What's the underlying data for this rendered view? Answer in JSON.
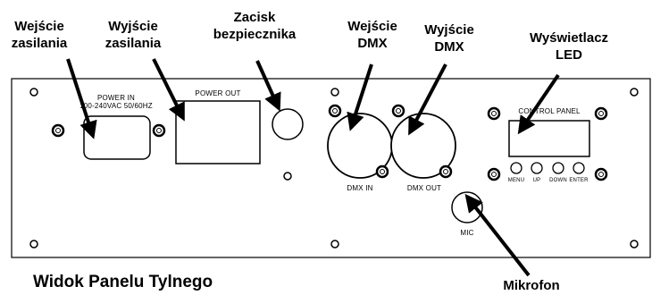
{
  "callouts": {
    "power_in": "Wejście\nzasilania",
    "power_out": "Wyjście\nzasilania",
    "fuse": "Zacisk\nbezpiecznika",
    "dmx_in": "Wejście\nDMX",
    "dmx_out": "Wyjście\nDMX",
    "led_display": "Wyświetlacz\nLED",
    "microphone": "Mikrofon"
  },
  "panel_labels": {
    "power_in": "POWER IN\n100-240VAC 50/60HZ",
    "power_out": "POWER OUT",
    "control_panel": "CONTROL PANEL",
    "dmx_in": "DMX IN",
    "dmx_out": "DMX OUT",
    "mic": "MIC"
  },
  "buttons": [
    "MENU",
    "UP",
    "DOWN",
    "ENTER"
  ],
  "footer": {
    "title": "Widok Panelu Tylnego"
  }
}
